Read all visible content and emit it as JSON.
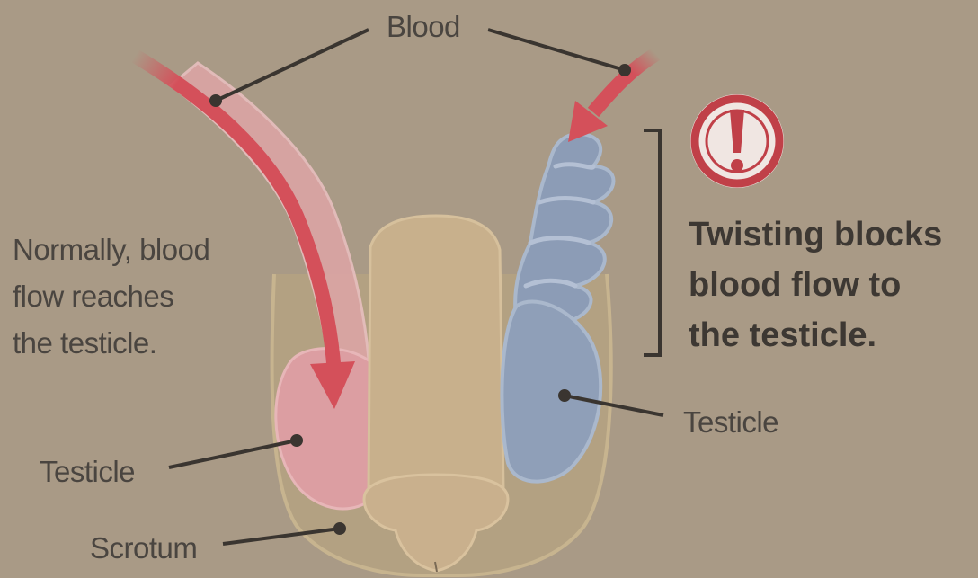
{
  "labels": {
    "blood": "Blood",
    "normal_flow": [
      "Normally, blood",
      "flow reaches",
      "the testicle."
    ],
    "testicle_left": "Testicle",
    "testicle_right": "Testicle",
    "scrotum": "Scrotum"
  },
  "warning": {
    "icon": "exclamation-circle-icon",
    "lines": [
      "Twisting blocks",
      "blood flow to",
      "the testicle."
    ]
  },
  "colors": {
    "background": "#a99a86",
    "blood_arrow": "#d4505a",
    "normal_testicle": "#e0a0a4",
    "twisted_testicle": "#8f9fb8",
    "penis": "#c8b08c",
    "scrotum": "#b8a584",
    "warning_ring": "#c04048"
  }
}
